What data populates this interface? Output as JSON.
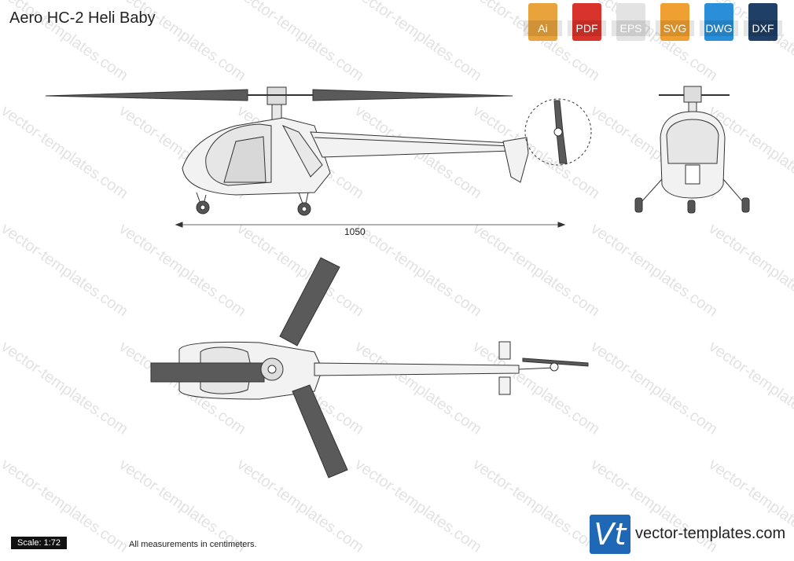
{
  "title": "Aero HC-2 Heli Baby",
  "formats": [
    {
      "label": "Ai",
      "color": "#e8a33d",
      "icon": "file-ai-icon"
    },
    {
      "label": "PDF",
      "color": "#d9342b",
      "icon": "file-pdf-icon"
    },
    {
      "label": "EPS",
      "color": "#e3e3e3",
      "icon": "file-eps-icon"
    },
    {
      "label": "SVG",
      "color": "#f0a030",
      "icon": "file-svg-icon"
    },
    {
      "label": "DWG",
      "color": "#2a8fd8",
      "icon": "file-dwg-icon"
    },
    {
      "label": "DXF",
      "color": "#1f3f66",
      "icon": "file-dxf-icon"
    }
  ],
  "dimension_label": "1050",
  "scale_label": "Scale: 1:72",
  "measurement_note": "All measurements in centimeters.",
  "logo_text": "Vt",
  "site": "vector-templates.com",
  "watermark": "vector-templates.com",
  "colors": {
    "blade": "#5a5a5a",
    "line": "#333333",
    "fill": "#f2f2f2",
    "accent": "#1f68b5"
  }
}
